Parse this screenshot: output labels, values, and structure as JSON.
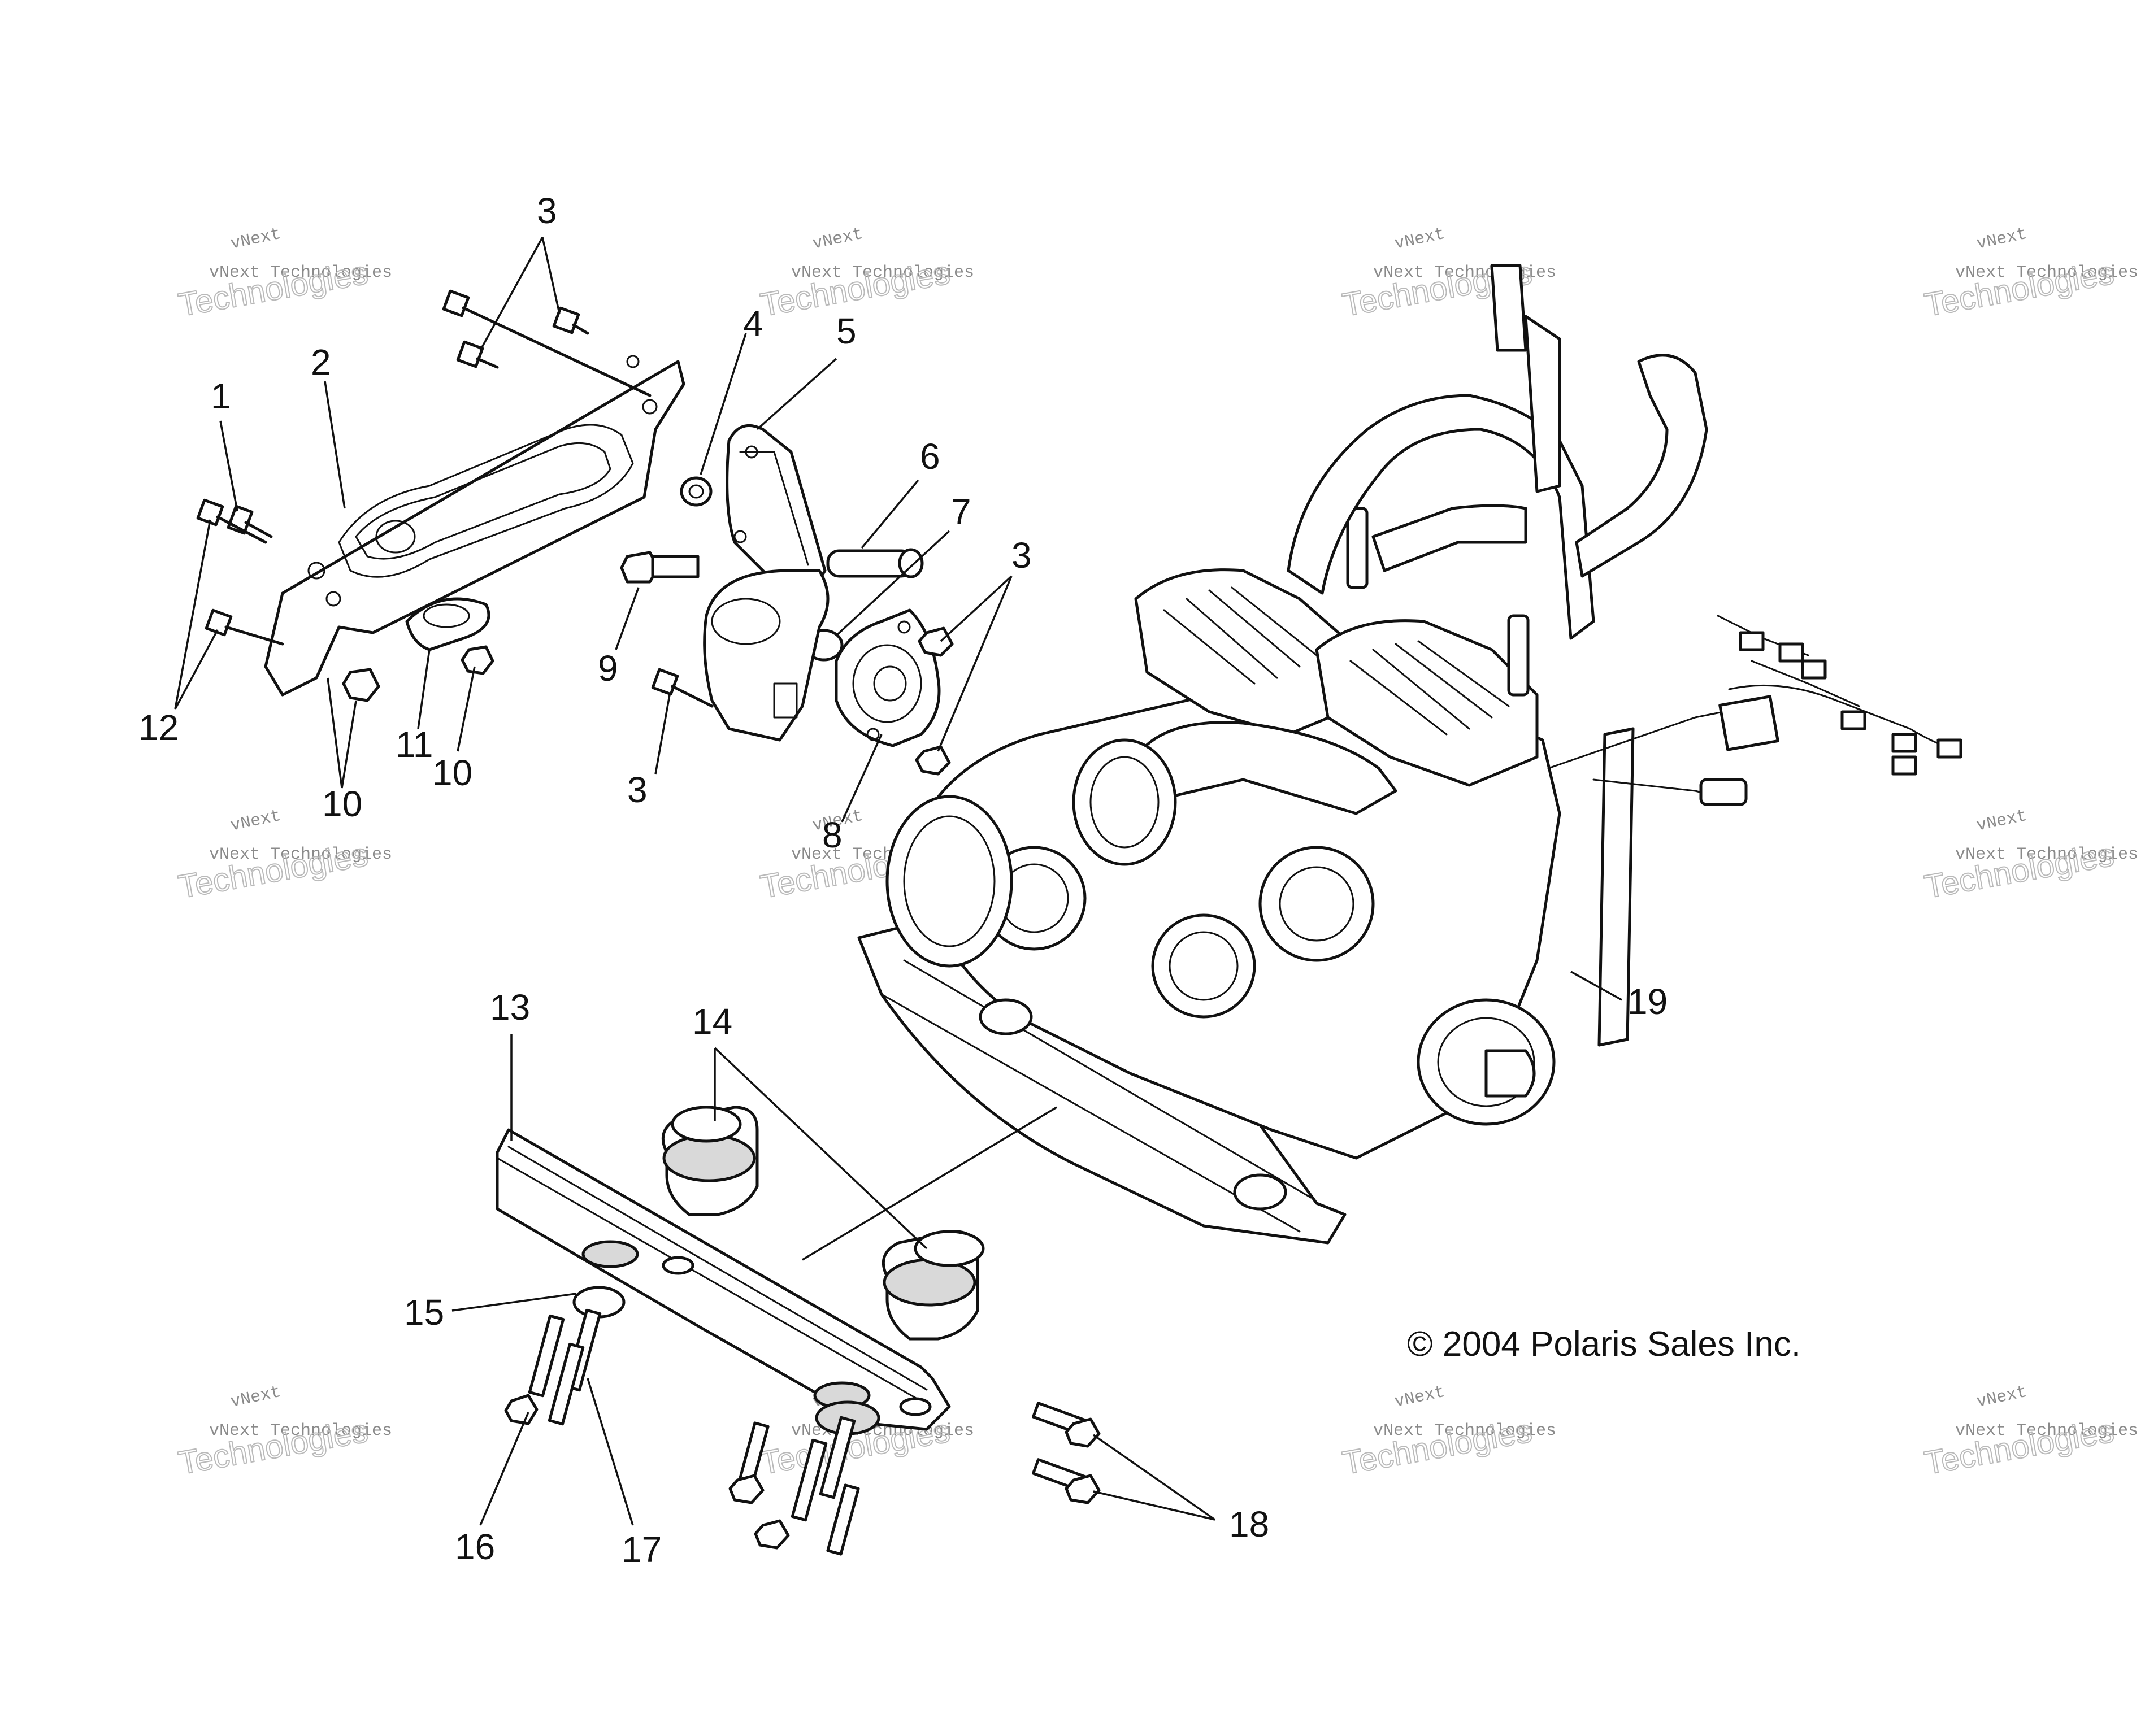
{
  "copyright": "© 2004 Polaris Sales Inc.",
  "watermark": {
    "line1": "vNext",
    "line2": "vNext Technologies",
    "line3": "Technologies"
  },
  "callouts": [
    {
      "id": "c1",
      "label": "1"
    },
    {
      "id": "c2",
      "label": "2"
    },
    {
      "id": "c3a",
      "label": "3"
    },
    {
      "id": "c3b",
      "label": "3"
    },
    {
      "id": "c3c",
      "label": "3"
    },
    {
      "id": "c4",
      "label": "4"
    },
    {
      "id": "c5",
      "label": "5"
    },
    {
      "id": "c6",
      "label": "6"
    },
    {
      "id": "c7",
      "label": "7"
    },
    {
      "id": "c8",
      "label": "8"
    },
    {
      "id": "c9",
      "label": "9"
    },
    {
      "id": "c10a",
      "label": "10"
    },
    {
      "id": "c10b",
      "label": "10"
    },
    {
      "id": "c11",
      "label": "11"
    },
    {
      "id": "c12",
      "label": "12"
    },
    {
      "id": "c13",
      "label": "13"
    },
    {
      "id": "c14",
      "label": "14"
    },
    {
      "id": "c15",
      "label": "15"
    },
    {
      "id": "c16",
      "label": "16"
    },
    {
      "id": "c17",
      "label": "17"
    },
    {
      "id": "c18",
      "label": "18"
    },
    {
      "id": "c19",
      "label": "19"
    }
  ]
}
